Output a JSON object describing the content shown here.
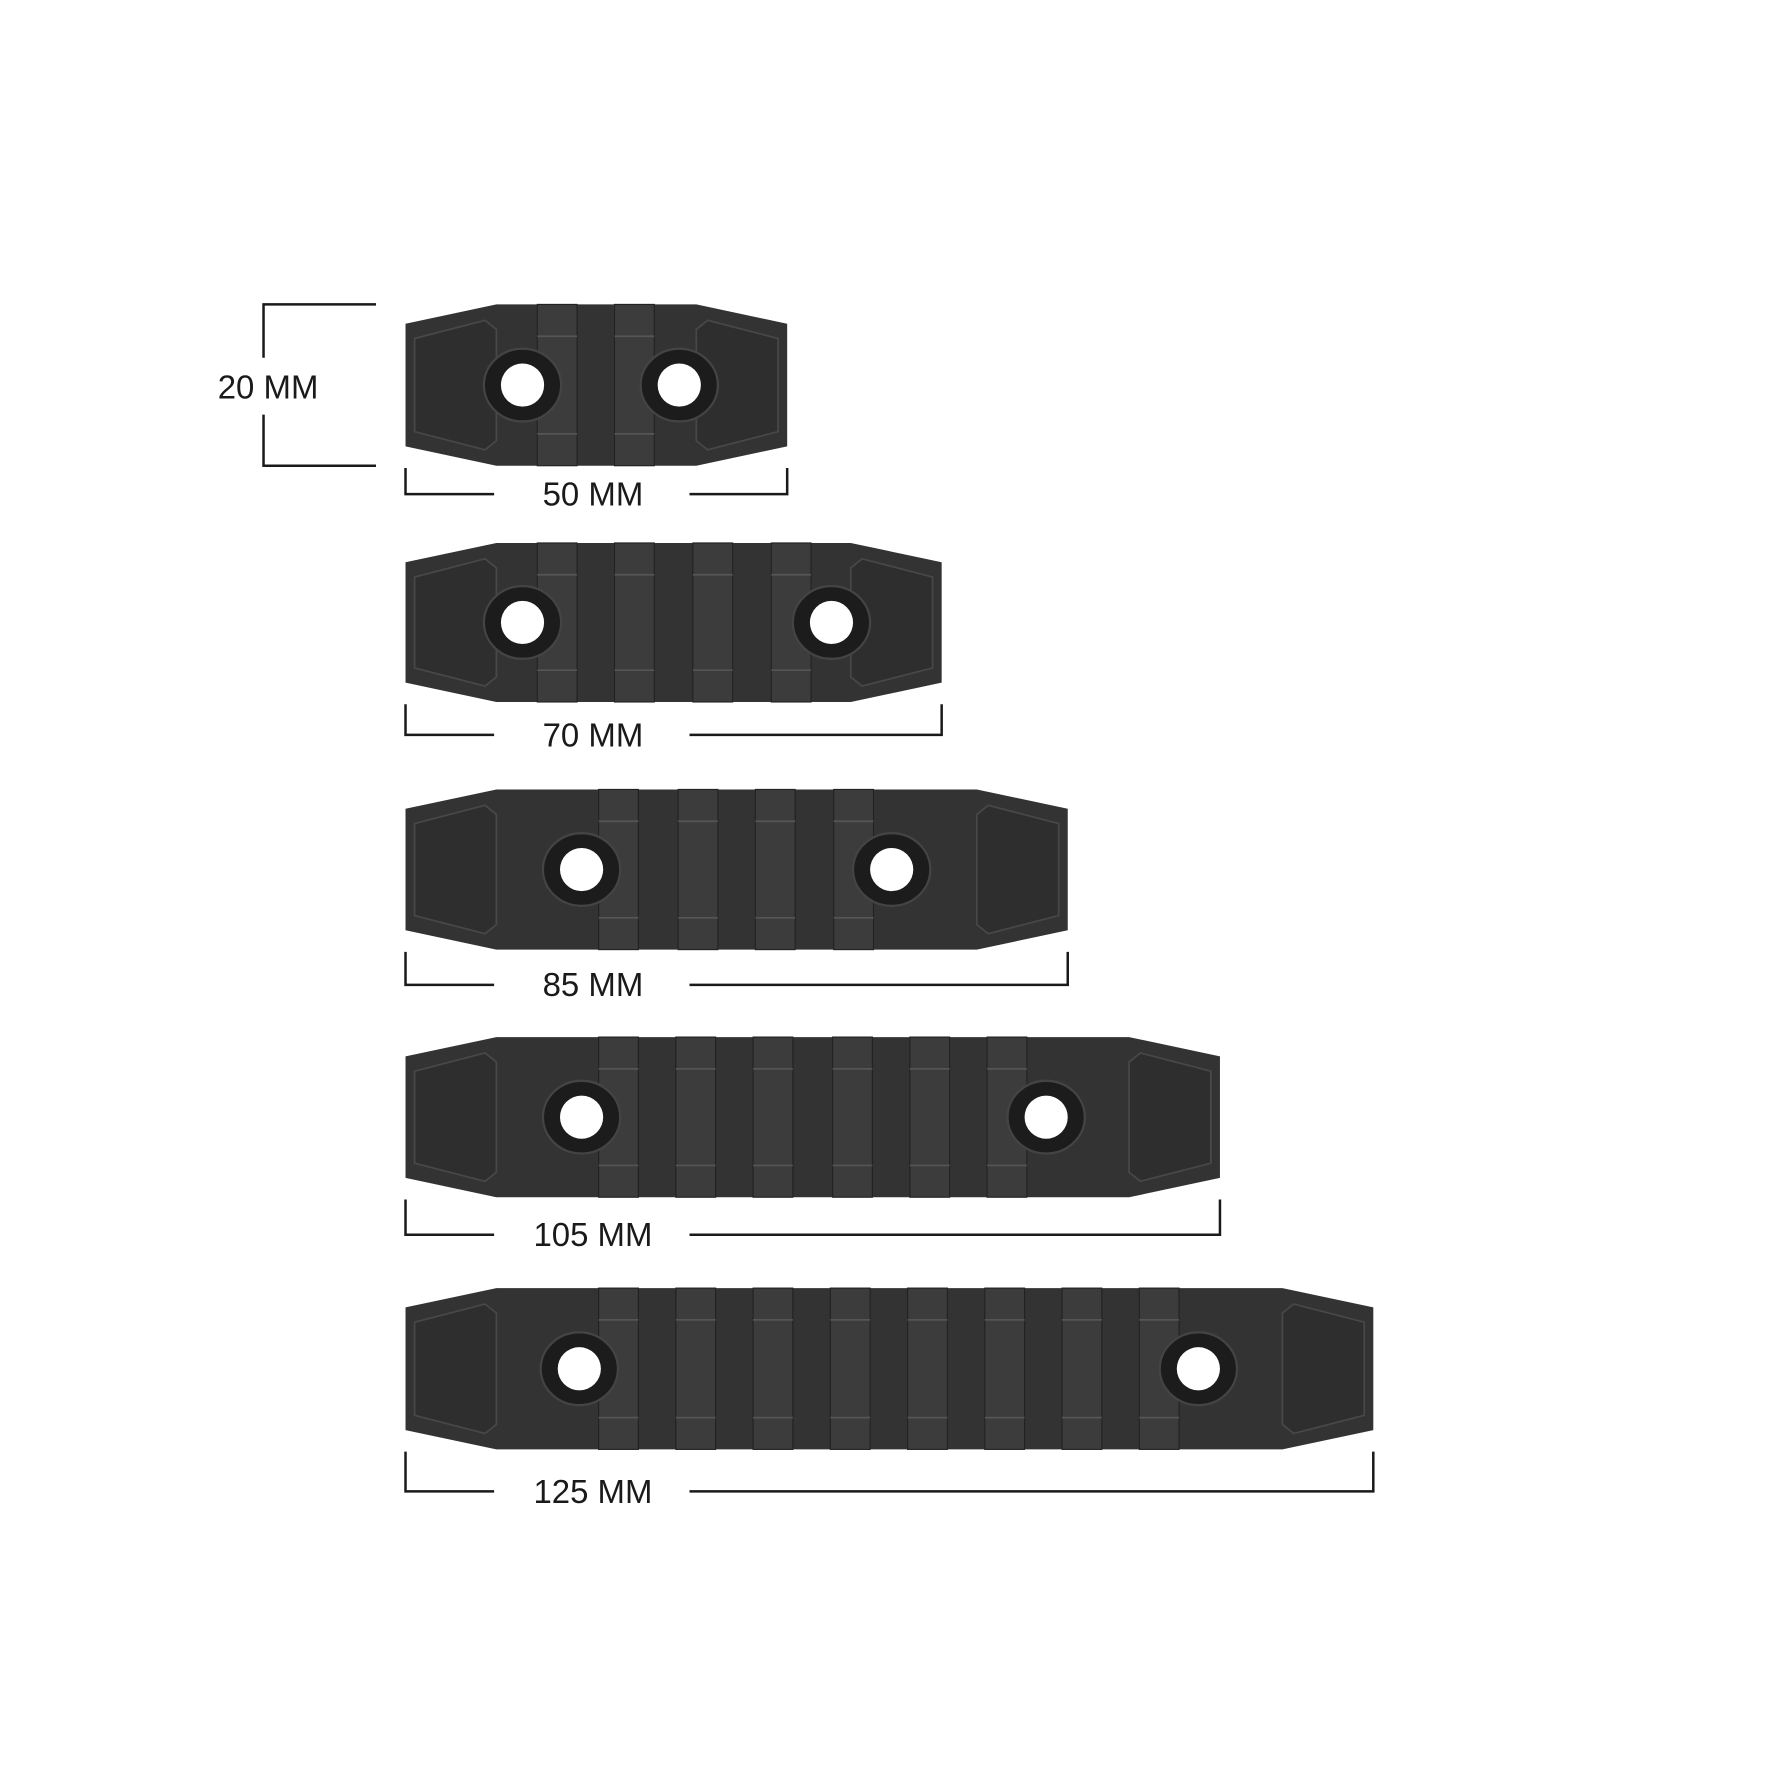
{
  "height_label": "20 MM",
  "rails": [
    {
      "label": "50 MM",
      "slots": 2
    },
    {
      "label": "70 MM",
      "slots": 4
    },
    {
      "label": "85 MM",
      "slots": 4
    },
    {
      "label": "105 MM",
      "slots": 6
    },
    {
      "label": "125 MM",
      "slots": 8
    }
  ],
  "colors": {
    "rail": "#333333",
    "rib": "#3c3c3c",
    "background": "#ffffff",
    "dimension_line": "#1a1a1a"
  }
}
